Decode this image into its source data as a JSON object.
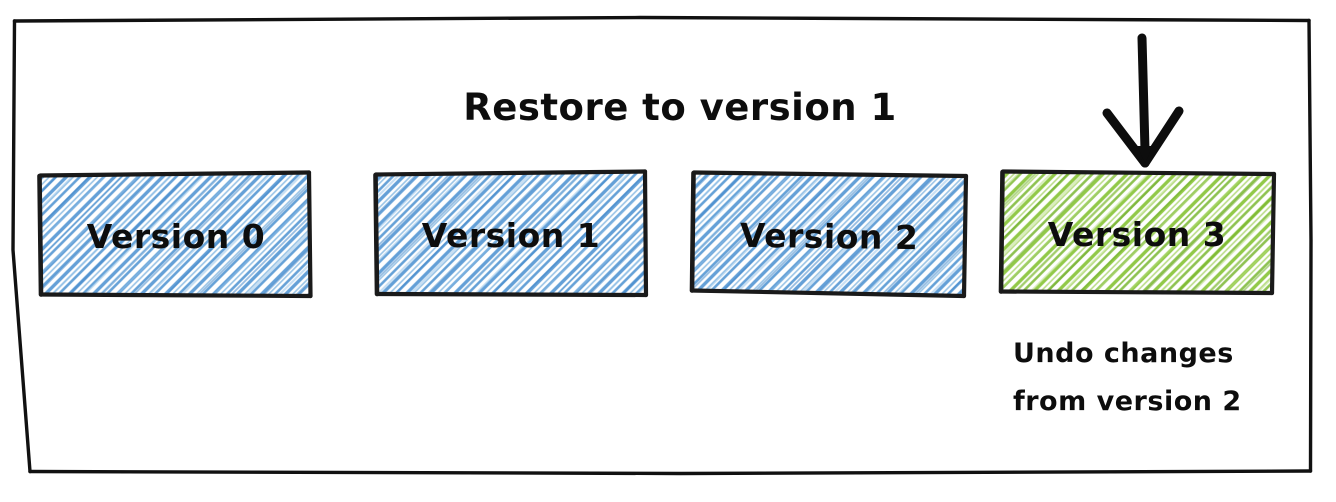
{
  "diagram": {
    "title": "Restore to version 1",
    "frame": {
      "name": "outer-frame",
      "stroke": "#111111"
    },
    "arrow": {
      "name": "down-arrow",
      "points_to": "Version 3",
      "color": "#0d0d0d"
    },
    "boxes": [
      {
        "label": "Version 0",
        "fill_style": "diagonal-hatch",
        "hatch_color": "#5b9bd5",
        "border_color": "#1a1a1a",
        "state": "past"
      },
      {
        "label": "Version 1",
        "fill_style": "diagonal-hatch",
        "hatch_color": "#5b9bd5",
        "border_color": "#1a1a1a",
        "state": "past"
      },
      {
        "label": "Version 2",
        "fill_style": "diagonal-hatch",
        "hatch_color": "#5b9bd5",
        "border_color": "#1a1a1a",
        "state": "past"
      },
      {
        "label": "Version 3",
        "fill_style": "diagonal-hatch",
        "hatch_color": "#8cc63f",
        "border_color": "#1a1a1a",
        "state": "current"
      }
    ],
    "caption": {
      "line1": "Undo changes",
      "line2": "from version 2"
    }
  }
}
